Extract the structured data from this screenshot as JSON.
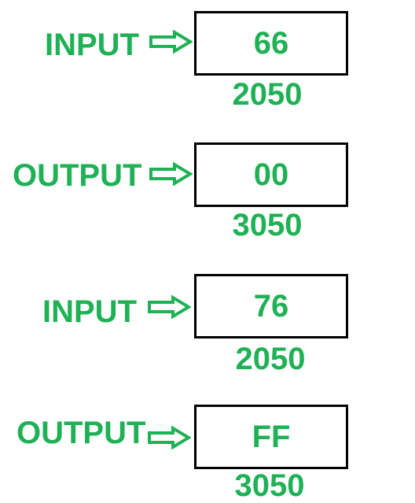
{
  "colors": {
    "accent_green": "#1fb155",
    "box_border": "#000000"
  },
  "rows": [
    {
      "label": "INPUT",
      "value": "66",
      "address": "2050"
    },
    {
      "label": "OUTPUT",
      "value": "00",
      "address": "3050"
    },
    {
      "label": "INPUT",
      "value": "76",
      "address": "2050"
    },
    {
      "label": "OUTPUT",
      "value": "FF",
      "address": "3050"
    }
  ],
  "icons": {
    "arrow": "right-arrow-outline-icon"
  }
}
